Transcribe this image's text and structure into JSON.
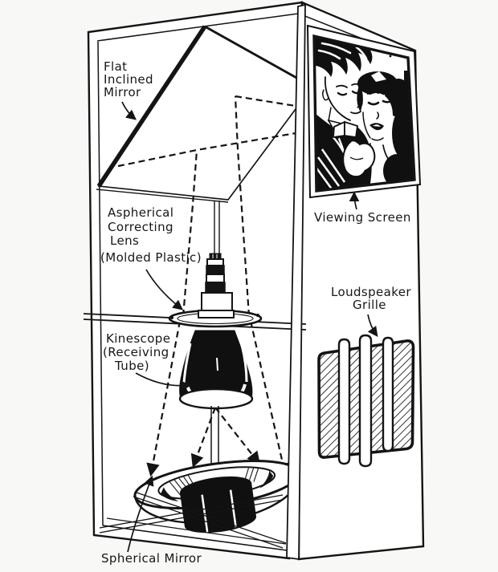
{
  "labels": {
    "flat_inclined_mirror": [
      "Flat",
      "Inclined",
      "Mirror"
    ],
    "aspherical_lens": [
      "Aspherical",
      "Correcting",
      "Lens"
    ],
    "aspherical_lens_note": "(Molded Plastic)",
    "kinescope": [
      "Kinescope",
      "(Receiving",
      "Tube)"
    ],
    "viewing_screen": "Viewing Screen",
    "loudspeaker_grille": [
      "Loudspeaker",
      "Grille"
    ],
    "spherical_mirror": "Spherical Mirror"
  },
  "colors": {
    "ink": "#141414",
    "paper": "#f8f8f6",
    "white": "#ffffff"
  }
}
